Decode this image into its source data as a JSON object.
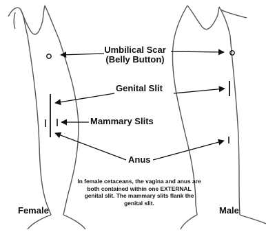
{
  "labels": {
    "umbilical_line1": "Umbilical Scar",
    "umbilical_line2": "(Belly Button)",
    "genital_slit": "Genital Slit",
    "mammary_slits": "Mammary Slits",
    "anus": "Anus",
    "female": "Female",
    "male": "Male"
  },
  "caption": "In female cetaceans, the vagina and anus are both contained within one EXTERNAL genital slit.  The mammary slits flank the genital slit."
}
